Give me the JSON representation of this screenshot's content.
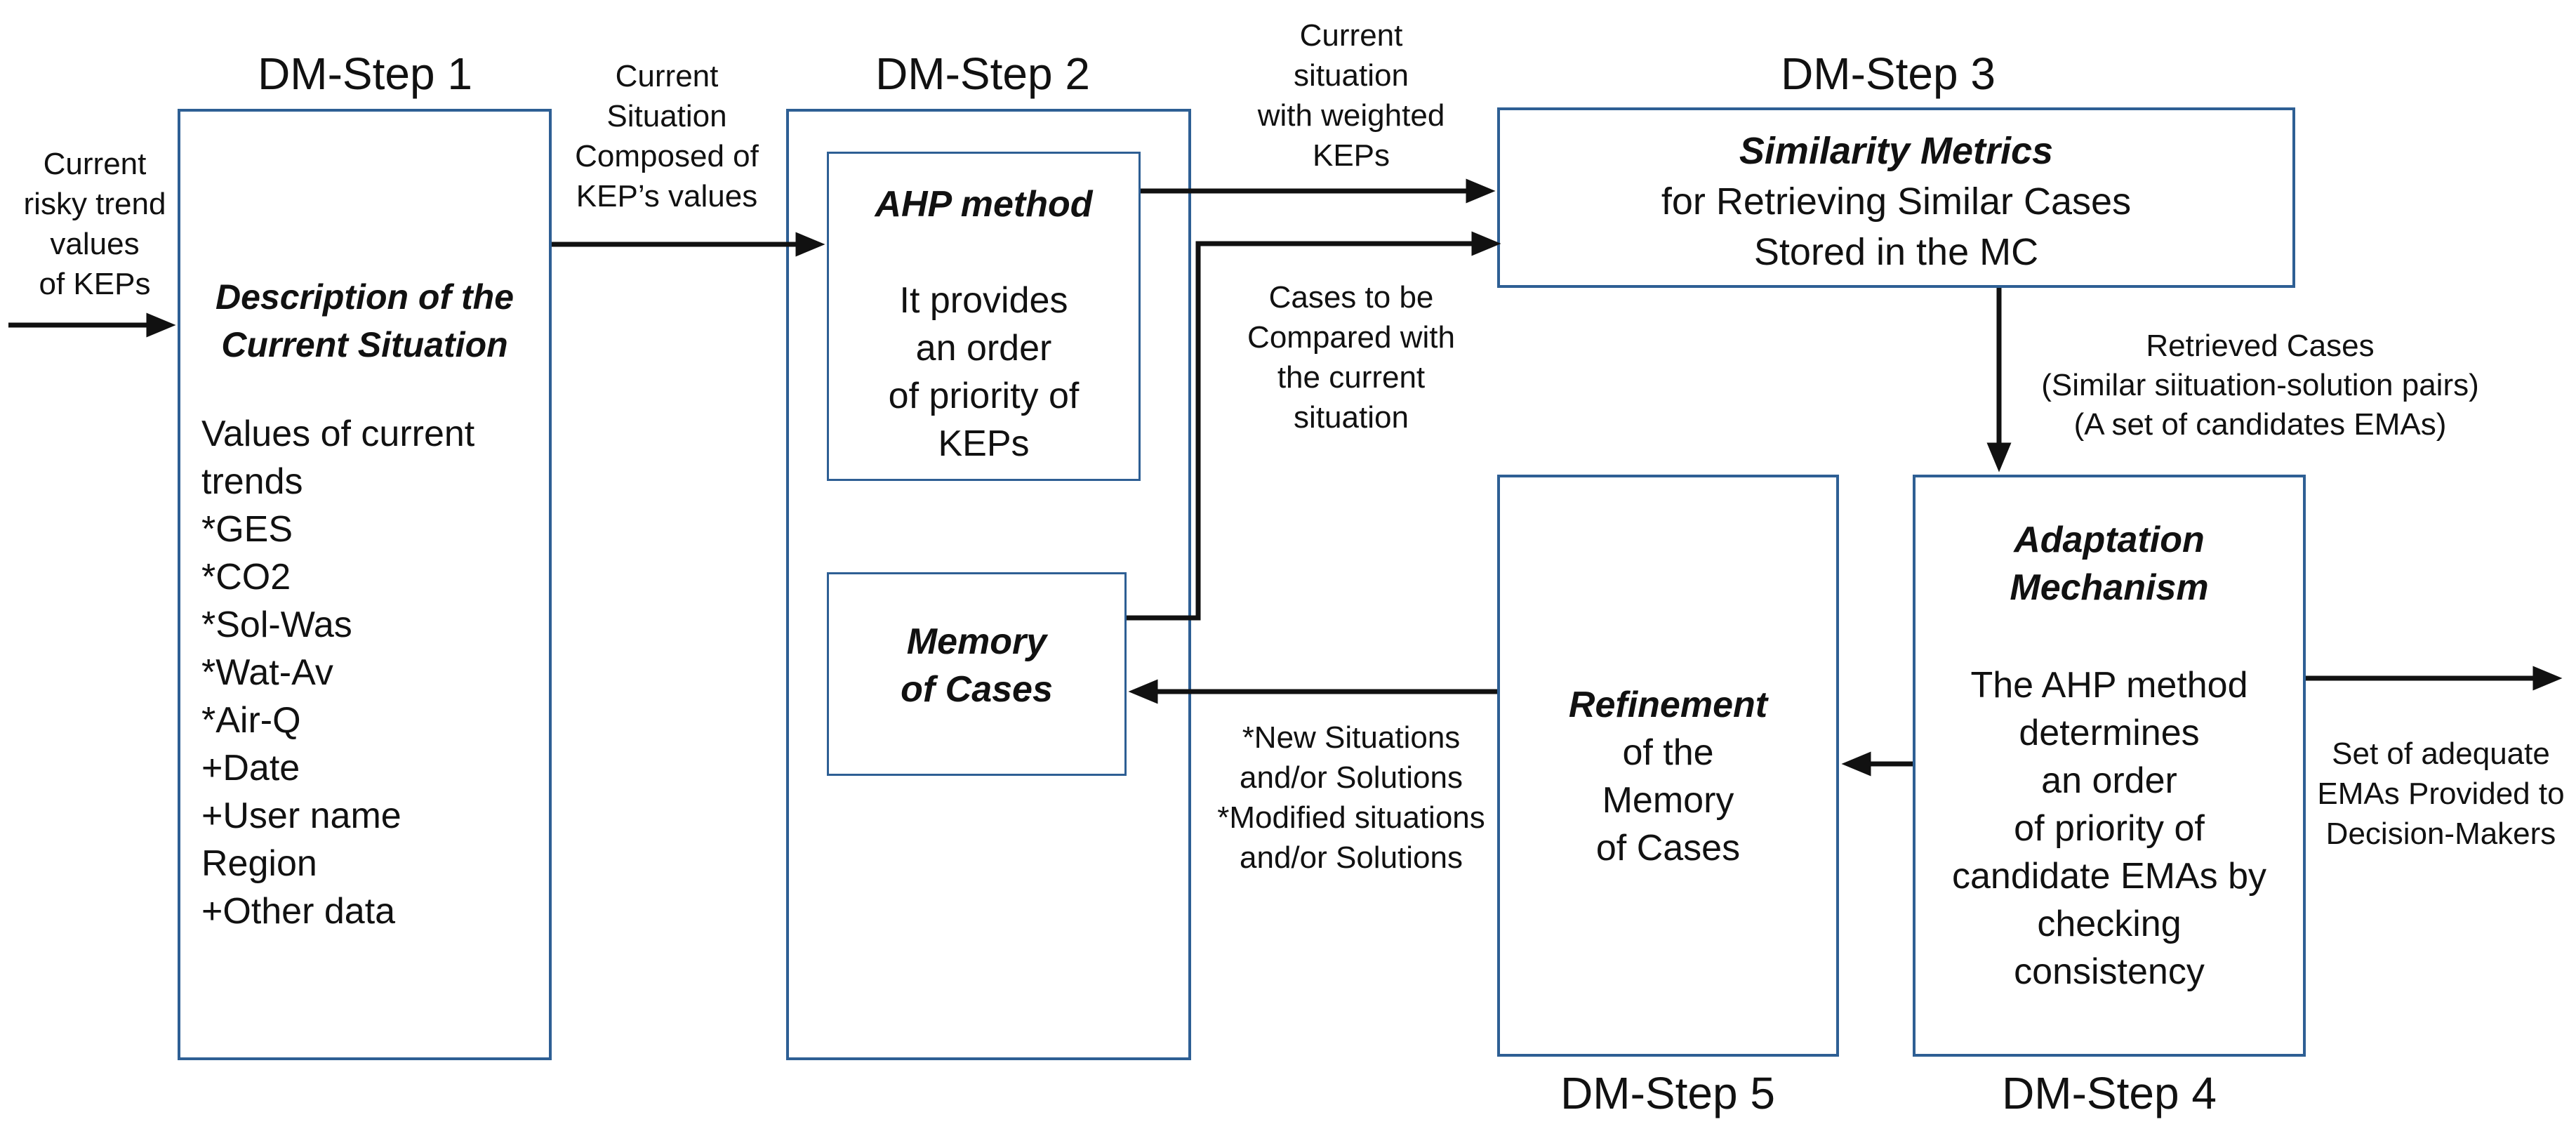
{
  "diagram": {
    "step_labels": {
      "step1": "DM-Step 1",
      "step2": "DM-Step 2",
      "step3": "DM-Step 3",
      "step4": "DM-Step 4",
      "step5": "DM-Step 5"
    },
    "boxes": {
      "description": {
        "title": "Description of the\nCurrent Situation",
        "body": "Values of current\ntrends\n*GES\n*CO2\n*Sol-Was\n*Wat-Av\n*Air-Q\n+Date\n+User name\nRegion\n+Other data"
      },
      "ahp": {
        "title": "AHP method",
        "body": "It provides\nan order\nof priority of\nKEPs"
      },
      "memory": {
        "title": "Memory\nof Cases"
      },
      "similarity": {
        "title": "Similarity Metrics",
        "body": "for Retrieving Similar Cases\nStored in the MC"
      },
      "refinement": {
        "title": "Refinement",
        "body": "of the\nMemory\nof Cases"
      },
      "adaptation": {
        "title": "Adaptation\nMechanism",
        "body": "The AHP method\ndetermines\nan order\nof priority of\ncandidate EMAs by\nchecking\nconsistency"
      }
    },
    "arrow_labels": {
      "input": "Current\nrisky trend\nvalues\nof KEPs",
      "composed": "Current\nSituation\nComposed of\nKEP’s values",
      "weighted": "Current\nsituation\nwith weighted\nKEPs",
      "cases_compared": "Cases to be\nCompared with\nthe current\nsituation",
      "retrieved": "Retrieved Cases\n(Similar siituation-solution pairs)\n(A set of candidates EMAs)",
      "new_situations": "*New Situations\nand/or Solutions\n*Modified situations\nand/or Solutions",
      "output": "Set of adequate\nEMAs Provided to\nDecision-Makers"
    },
    "colors": {
      "border": "#2e5f94",
      "arrow": "#111111",
      "text": "#111111",
      "background": "#ffffff"
    }
  }
}
